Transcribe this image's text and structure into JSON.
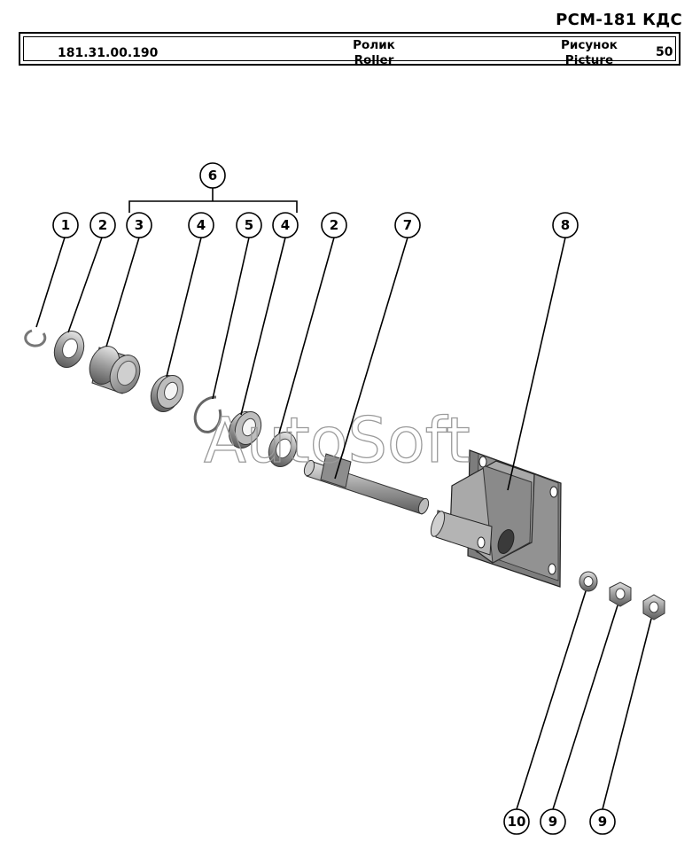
{
  "document": {
    "model": "РСМ-181 КДС",
    "part_number": "181.31.00.190",
    "name_ru": "Ролик",
    "name_en": "Roller",
    "picture_label_ru": "Рисунок",
    "picture_label_en": "Picture",
    "picture_number": "50"
  },
  "callouts": {
    "c1": "1",
    "c2a": "2",
    "c3": "3",
    "c4a": "4",
    "c5": "5",
    "c4b": "4",
    "c2b": "2",
    "c7": "7",
    "c8": "8",
    "c6": "6",
    "c10": "10",
    "c9a": "9",
    "c9b": "9"
  },
  "watermark": "AutoSoft"
}
